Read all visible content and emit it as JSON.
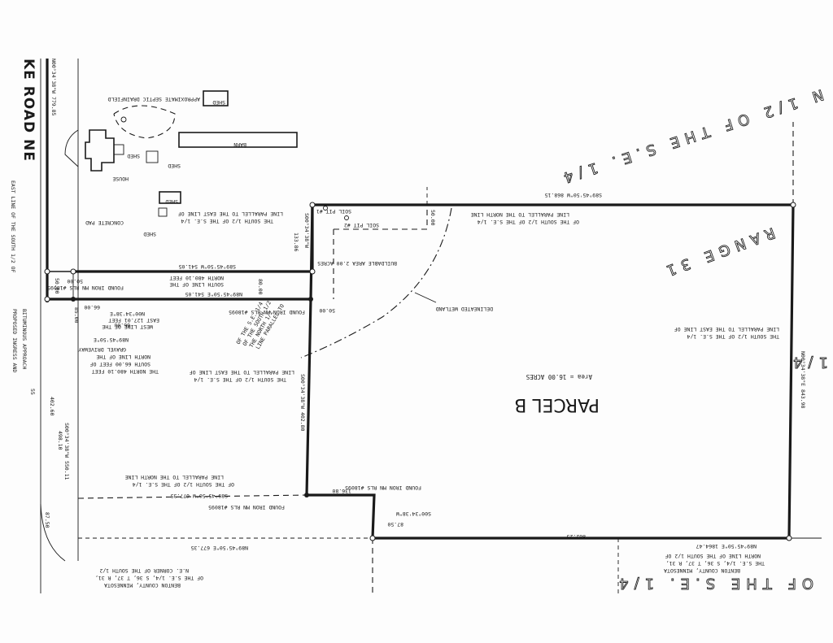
{
  "road": {
    "name": "KE ROAD NE",
    "bearing_top": "N00°34'38\"W 779.85"
  },
  "parcel": {
    "name": "PARCEL B",
    "area": "Area = 16.00 ACRES"
  },
  "quarter_labels": {
    "top": "N 1/2 OF THE S.E. 1/4",
    "right_range": "RANGE 31",
    "bottom": "OF THE S.E. 1/4",
    "right_edge": "1/4"
  },
  "buildings": {
    "shed_top": "SHED",
    "septic": "APPROXIMATE SEPTIC DRAINFIELD",
    "barn": "BARN",
    "house": "HOUSE",
    "shed_a": "SHED",
    "shed_b": "SHED",
    "shed_c": "SHED",
    "shed_d": "SHED",
    "concrete_pad": "CONCRETE PAD"
  },
  "boundaries": {
    "top_bearing": "S89°45'50\"W 868.15",
    "top_desc_1": "LINE PARALLEL TO THE NORTH LINE",
    "top_desc_2": "OF THE SOUTH 1/2 OF THE S.E. 1/4",
    "right_bearing": "N00°34'38\"E 843.98",
    "right_desc_1": "LINE PARALLEL TO THE EAST LINE OF",
    "right_desc_2": "THE SOUTH 1/2 OF THE S.E. 1/4",
    "bottom_dist": "862.25",
    "bottom_bearing": "N89°45'50\"E 1864.47",
    "bottom_desc_1": "NORTH LINE OF THE SOUTH 1/2 OF",
    "bottom_desc_2": "THE S.E. 1/4, S 36, T 37, R 31,",
    "bottom_desc_3": "BENTON COUNTY, MINNESOTA",
    "west_bearing": "S00°34'38\"W 402.80",
    "west_desc_1": "LINE PARALLEL TO THE EAST LINE OF",
    "west_desc_2": "THE SOUTH 1/2 OF THE S.E. 1/4",
    "notch_dist": "136.80",
    "notch_bearing": "S00°34'38\"W",
    "notch_dist2": "87.50",
    "iron_notch": "FOUND IRON MN RLS #18095",
    "iron_corner": "FOUND IRON MN RLS #18095",
    "iron_top": "FOUND IRON MN RLS #18095",
    "iron_left": "FOUND IRON MN RLS #18095",
    "mid_bearing": "S89°45'50\"W 677.35",
    "mid_desc_1": "LINE PARALLEL TO THE NORTH LINE",
    "mid_desc_2": "OF THE SOUTH 1/2 OF THE S.E. 1/4",
    "low_bearing": "N89°45'50\"E 677.35",
    "ne_corner_1": "N.E. CORNER OF THE SOUTH 1/2",
    "ne_corner_2": "OF THE S.E. 1/4, S 36, T 37, R 31,",
    "ne_corner_3": "BENTON COUNTY, MINNESOTA",
    "wing_bearing": "S89°45'50\"W 541.05",
    "wing_top_bearing": "S00°34'38\"W",
    "wing_dist": "133.86",
    "wing_desc_1": "LINE PARALLEL TO THE EAST LINE OF",
    "wing_desc_2": "THE SOUTH 1/2 OF THE S.E. 1/4",
    "north_line_bearing": "N89°45'50\"E 541.05",
    "north_line_1": "SOUTH LINE OF THE",
    "north_line_2": "NORTH 480.10 FEET",
    "dist_80": "80.00",
    "dist_50a": "50.00",
    "dist_50b": "50.00",
    "dist_50c": "50.00",
    "dist_50d": "50.00",
    "east_127": "EAST 127.01 FEET",
    "west_line": "WEST LINE OF THE",
    "n00": "N00°34'38\"E",
    "dist_66a": "66.00",
    "dist_66b": "66.00",
    "gravel": "GRAVEL DRIVEWAY",
    "n89": "N89°45'50\"E",
    "north_line_3": "NORTH LINE OF THE",
    "north_line_4": "SOUTH 66.00 FEET OF",
    "north_line_5": "THE NORTH 480.10 FEET",
    "dist_85": "85.00",
    "east_line_desc": "EAST LINE OF THE SOUTH 1/2 OF",
    "bituminous": "BITUMINOUS APPROACH",
    "ingress": "PROPOSED INGRESS AND",
    "road_402": "402.60",
    "road_498": "498.10",
    "road_bearing": "S00°34'38\"W 550.11",
    "road_87": "87.50",
    "road_55": "55",
    "n_line_parallel_1": "LINE PARALLEL TO",
    "n_line_parallel_2": "THE NORTH 1/2",
    "n_line_parallel_3": "OF THE SOUTH 1/2",
    "n_line_parallel_4": "OF THE S.E. 1/4"
  },
  "features": {
    "buildable": "BUILDABLE AREA 2.00 ACRES",
    "wetland": "DELINEATED WETLAND",
    "soil_pit_1": "SOIL PIT #1",
    "soil_pit_2": "SOIL PIT #2"
  }
}
